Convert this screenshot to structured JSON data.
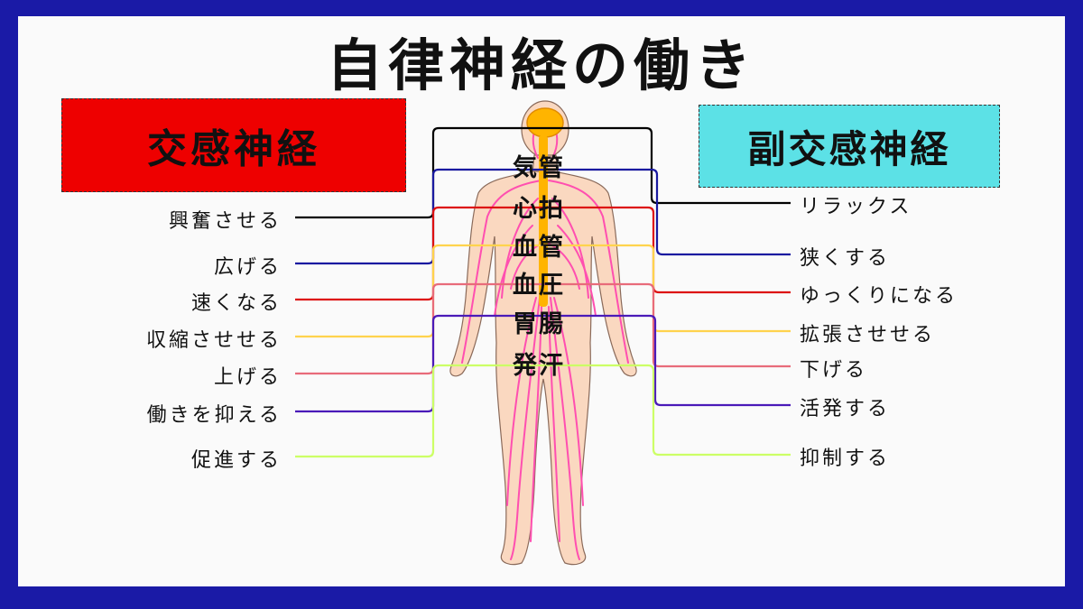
{
  "title": "自律神経の働き",
  "sympathetic": {
    "label": "交感神経",
    "color": "#ee0000",
    "effects": [
      "興奮させる",
      "広げる",
      "速くなる",
      "収縮させせる",
      "上げる",
      "働きを抑える",
      "促進する"
    ]
  },
  "parasympathetic": {
    "label": "副交感神経",
    "color": "#5ce1e6",
    "effects": [
      "リラックス",
      "狭くする",
      "ゆっくりになる",
      "拡張させせる",
      "下げる",
      "活発する",
      "抑制する"
    ]
  },
  "organs": [
    "気管",
    "心拍",
    "血管",
    "血圧",
    "胃腸",
    "発汗"
  ],
  "line_colors": [
    "#000000",
    "#1a1aa0",
    "#dd1111",
    "#ffd34d",
    "#e86b7a",
    "#4a1ab8",
    "#ccff66"
  ]
}
